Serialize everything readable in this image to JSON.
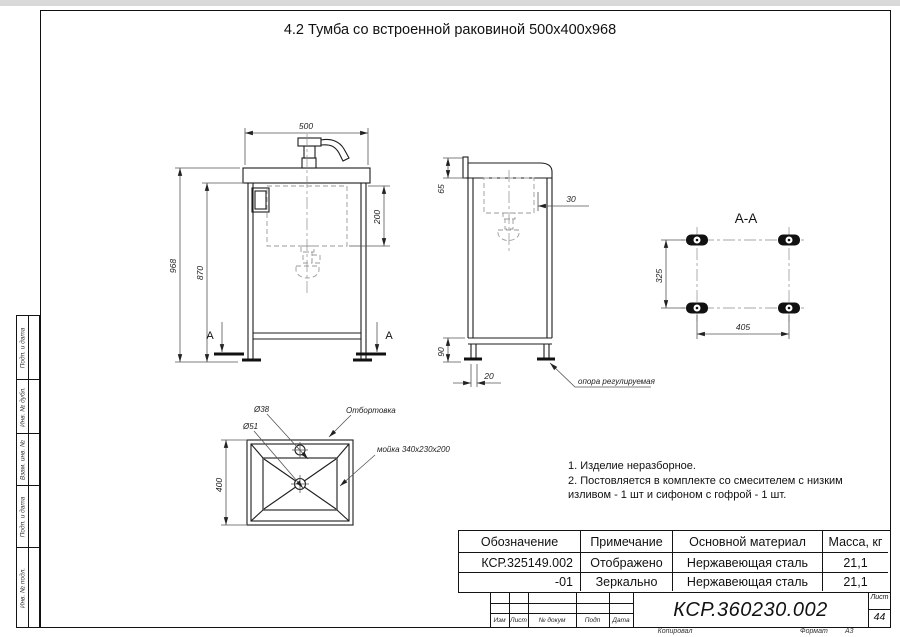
{
  "sheet": {
    "title": "4.2 Тумба со встроенной раковиной 500x400x968",
    "copied": "Копировал",
    "format_label": "Формат",
    "format_value": "А3"
  },
  "front_view": {
    "section_letter": "A",
    "dims": {
      "width": "500",
      "height": "968",
      "inner_height": "870",
      "sink_depth": "200"
    }
  },
  "side_view": {
    "dims": {
      "top_height": "65",
      "front_gap": "30",
      "base_height": "90",
      "leg_offset": "20"
    },
    "support_label": "опора регулируемая"
  },
  "section_view": {
    "title": "A-A",
    "dims": {
      "depth": "325",
      "width": "405"
    }
  },
  "top_view": {
    "dims": {
      "height": "400",
      "faucet_hole": "Ø38",
      "drain_hole": "Ø51"
    },
    "flange_label": "Отбортовка",
    "sink_label": "мойка 340x230x200"
  },
  "notes": {
    "line1": "1. Изделие неразборное.",
    "line2": "2. Постовляется в комплекте со смесителем с низким",
    "line3": "изливом - 1 шт и сифоном с гофрой - 1 шт."
  },
  "spec_table": {
    "headers": [
      "Обозначение",
      "Примечание",
      "Основной материал",
      "Масса, кг"
    ],
    "rows": [
      [
        "КСР.325149.002",
        "Отображено",
        "Нержавеющая сталь",
        "21,1"
      ],
      [
        "-01",
        "Зеркально",
        "Нержавеющая сталь",
        "21,1"
      ]
    ]
  },
  "title_block": {
    "doc_number": "КСР.360230.002",
    "revision_columns": [
      "Изм",
      "Лист",
      "№ докум",
      "Подп",
      "Дата"
    ],
    "sheet_label": "Лист",
    "sheet_number": "44"
  },
  "margin_stamps": [
    "Подп. и дата",
    "Инв. № дубл.",
    "Взам. инв. №",
    "Подп. и дата",
    "Инв. № подл."
  ]
}
